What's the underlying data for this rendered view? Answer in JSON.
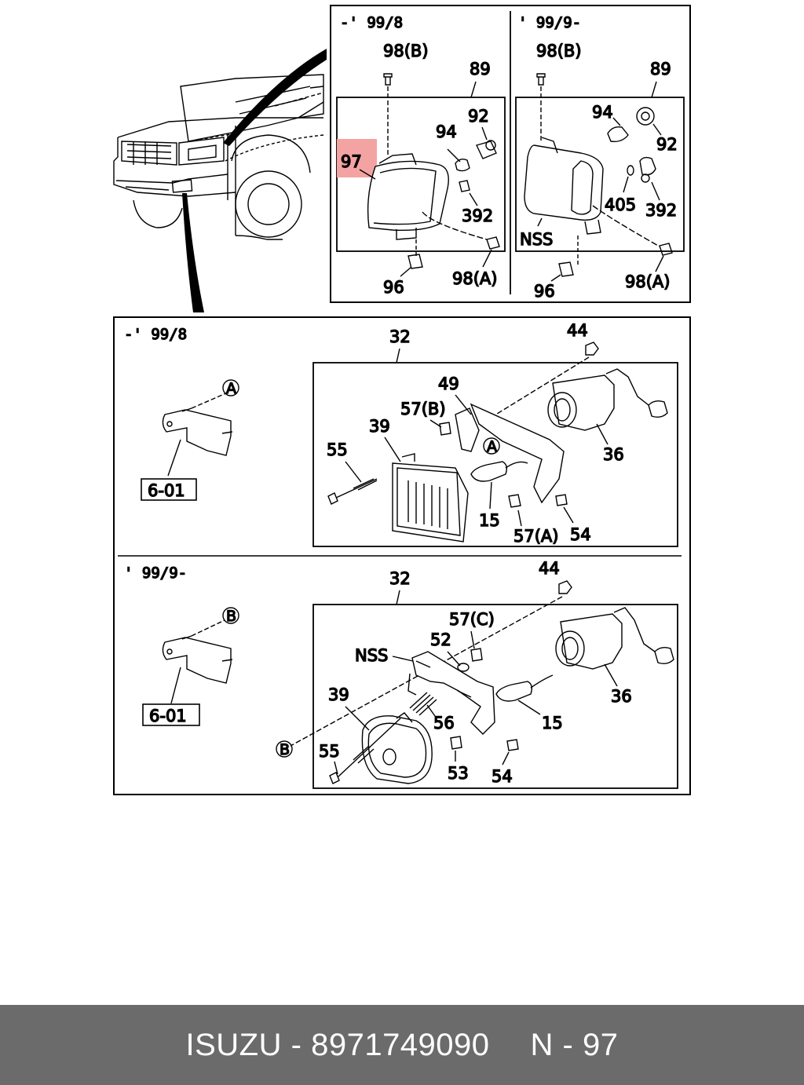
{
  "colors": {
    "highlight": "#f4a3a3",
    "footer_bg": "#6b6b6b",
    "footer_text": "#ffffff",
    "line": "#000000"
  },
  "top_panel": {
    "left": {
      "period": "-' 99/8",
      "labels": {
        "p98b": "98(B)",
        "p89": "89",
        "p92": "92",
        "p94": "94",
        "p97": "97",
        "p392": "392",
        "p96": "96",
        "p98a": "98(A)"
      }
    },
    "right": {
      "period": "' 99/9-",
      "labels": {
        "p98b": "98(B)",
        "p89": "89",
        "p94": "94",
        "p92": "92",
        "p405": "405",
        "p392": "392",
        "nss": "NSS",
        "p96": "96",
        "p98a": "98(A)"
      }
    }
  },
  "fog_panel": {
    "section1": {
      "period": "-' 99/8",
      "ref_box": "6-01",
      "circle": "A",
      "labels": {
        "p32": "32",
        "p44": "44",
        "p49": "49",
        "p57b": "57(B)",
        "p39": "39",
        "p55": "55",
        "p36": "36",
        "p15": "15",
        "p57a": "57(A)",
        "p54": "54",
        "circleA": "A"
      }
    },
    "section2": {
      "period": "' 99/9-",
      "ref_box": "6-01",
      "circle": "B",
      "labels": {
        "p32": "32",
        "p44": "44",
        "p57c": "57(C)",
        "p52": "52",
        "nss": "NSS",
        "p39": "39",
        "p56": "56",
        "p15": "15",
        "p36": "36",
        "p55": "55",
        "p53": "53",
        "p54": "54",
        "circleB": "B"
      }
    }
  },
  "footer": {
    "brand": "ISUZU",
    "separator": "-",
    "part_number": "8971749090",
    "page": "N - 97"
  }
}
